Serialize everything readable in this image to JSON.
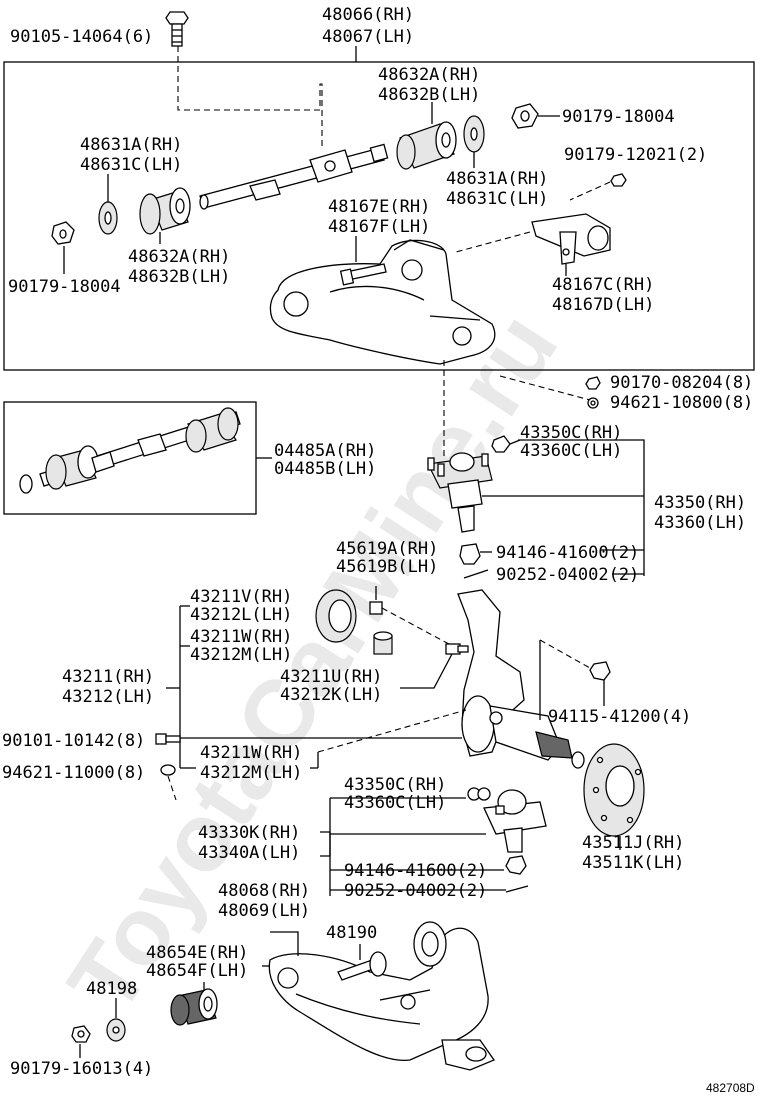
{
  "watermark": "ToyotaCarMine.ru",
  "diagram_code": "482708D",
  "labels": {
    "l01": "90105-14064(6)",
    "l02": "48066(RH)",
    "l03": "48067(LH)",
    "l04": "48632A(RH)",
    "l05": "48632B(LH)",
    "l06": "90179-18004",
    "l07": "48631A(RH)",
    "l08": "48631C(LH)",
    "l09": "90179-12021(2)",
    "l10": "48631A(RH)",
    "l11": "48631C(LH)",
    "l12": "48167E(RH)",
    "l13": "48167F(LH)",
    "l14": "48632A(RH)",
    "l15": "48632B(LH)",
    "l16": "90179-18004",
    "l17": "48167C(RH)",
    "l18": "48167D(LH)",
    "l19": "90170-08204(8)",
    "l20": "94621-10800(8)",
    "l21": "43350C(RH)",
    "l22": "43360C(LH)",
    "l23": "04485A(RH)",
    "l24": "04485B(LH)",
    "l25": "43350(RH)",
    "l26": "43360(LH)",
    "l27": "45619A(RH)",
    "l28": "45619B(LH)",
    "l29": "94146-41600(2)",
    "l30": "90252-04002(2)",
    "l31": "43211V(RH)",
    "l32": "43212L(LH)",
    "l33": "43211W(RH)",
    "l34": "43212M(LH)",
    "l35": "43211(RH)",
    "l36": "43212(LH)",
    "l37": "43211U(RH)",
    "l38": "43212K(LH)",
    "l39": "94115-41200(4)",
    "l40": "90101-10142(8)",
    "l41": "94621-11000(8)",
    "l42": "43211W(RH)",
    "l43": "43212M(LH)",
    "l44": "43350C(RH)",
    "l45": "43360C(LH)",
    "l46": "43330K(RH)",
    "l47": "43340A(LH)",
    "l48": "43511J(RH)",
    "l49": "43511K(LH)",
    "l50": "94146-41600(2)",
    "l51": "90252-04002(2)",
    "l52": "48068(RH)",
    "l53": "48069(LH)",
    "l54": "48190",
    "l55": "48654E(RH)",
    "l56": "48654F(LH)",
    "l57": "48198",
    "l58": "90179-16013(4)"
  }
}
